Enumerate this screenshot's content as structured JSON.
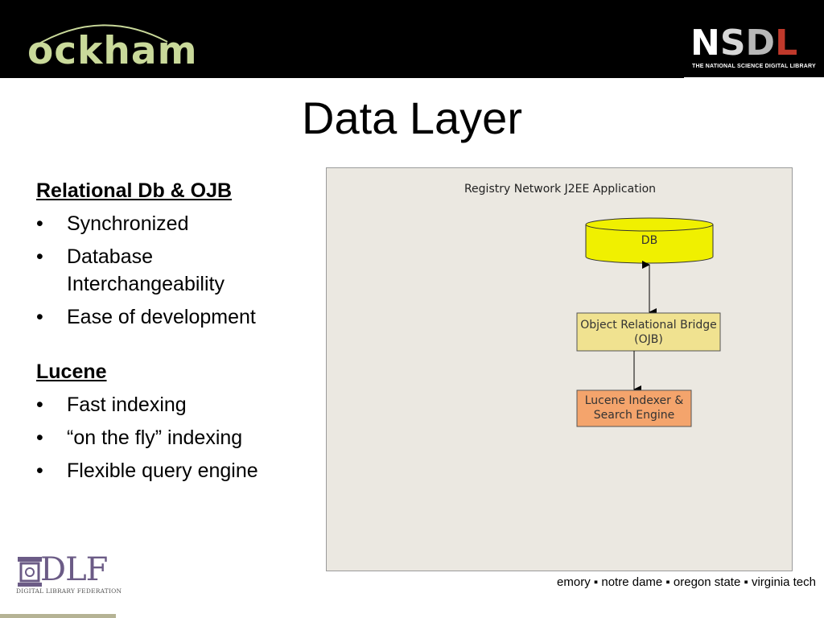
{
  "header": {
    "ockham_logo_text": "ockham",
    "nsdl_letters": [
      "N",
      "S",
      "D",
      "L"
    ],
    "nsdl_tagline": "THE NATIONAL SCIENCE DIGITAL LIBRARY"
  },
  "slide": {
    "title": "Data Layer",
    "sections": [
      {
        "heading": "Relational Db & OJB",
        "bullets": [
          "Synchronized",
          "Database Interchangeability",
          "Ease of development"
        ]
      },
      {
        "heading": "Lucene",
        "bullets": [
          "Fast indexing",
          "“on the fly” indexing",
          "Flexible query engine"
        ]
      }
    ],
    "bullet_glyph": "•"
  },
  "diagram": {
    "title": "Registry Network J2EE Application",
    "db_label": "DB",
    "ojb_label_line1": "Object Relational Bridge",
    "ojb_label_line2": "(OJB)",
    "lucene_label_line1": "Lucene Indexer &",
    "lucene_label_line2": "Search Engine",
    "colors": {
      "background": "#ebe8e1",
      "db_fill": "#f0f000",
      "ojb_fill": "#f0e290",
      "lucene_fill": "#f4a46c"
    }
  },
  "footer": {
    "dlf_logo_text": "DLF",
    "dlf_caption": "DIGITAL LIBRARY FEDERATION",
    "institutions": "emory ▪ notre dame ▪ oregon state ▪ virginia tech"
  }
}
